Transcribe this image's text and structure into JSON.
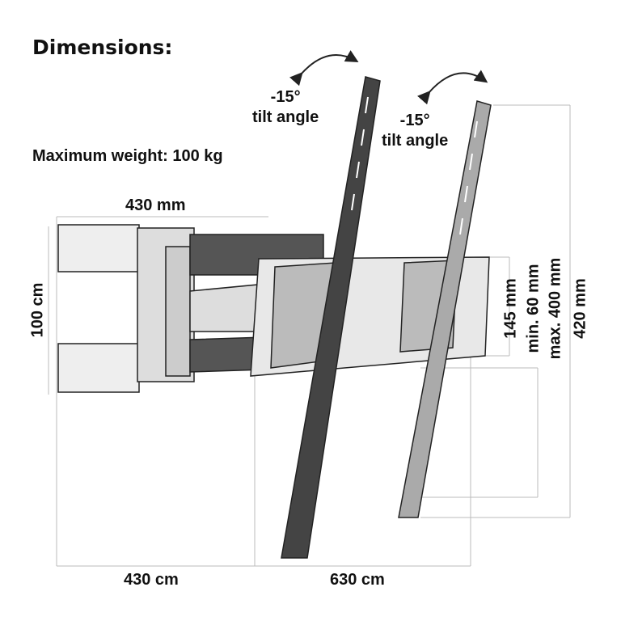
{
  "title": "Dimensions:",
  "max_weight": "Maximum weight: 100 kg",
  "tilt_left": {
    "angle": "-15°",
    "label": "tilt angle"
  },
  "tilt_right": {
    "angle": "-15°",
    "label": "tilt angle"
  },
  "dims": {
    "arm_width_top": "430 mm",
    "wall_plate_height": "100 cm",
    "rail_spacing": "145 mm",
    "min_vesa": "min. 60 mm",
    "max_vesa": "max. 400 mm",
    "rail_height": "420 mm",
    "bottom_left": "430 cm",
    "bottom_right": "630 cm"
  }
}
